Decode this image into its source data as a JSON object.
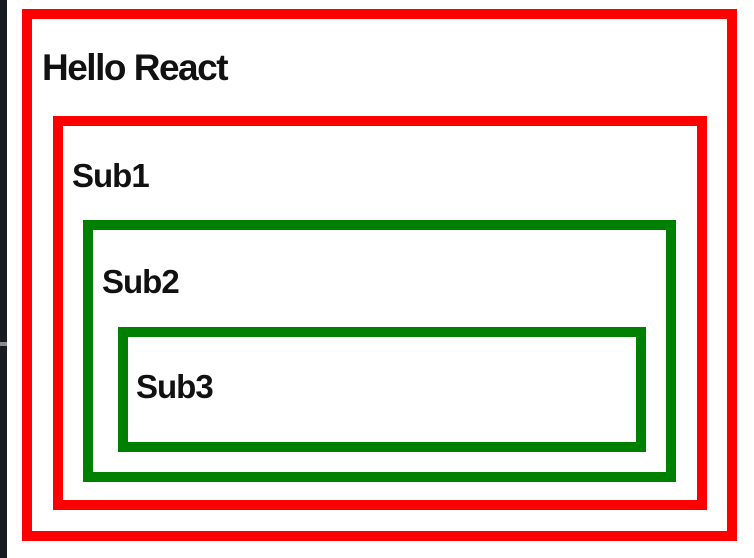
{
  "window": {
    "background_color": "#ffffff",
    "side_strip": {
      "description": "edge of dark background window",
      "color": "#181a20",
      "notch_color": "#8a8a8a"
    }
  },
  "app": {
    "title": "Hello React",
    "title_box_border_color": "#ff0000",
    "text_color": "#111111",
    "children": [
      {
        "label": "Sub1",
        "border_color": "#ff0000"
      },
      {
        "label": "Sub2",
        "border_color": "#008000"
      },
      {
        "label": "Sub3",
        "border_color": "#008000"
      }
    ]
  }
}
